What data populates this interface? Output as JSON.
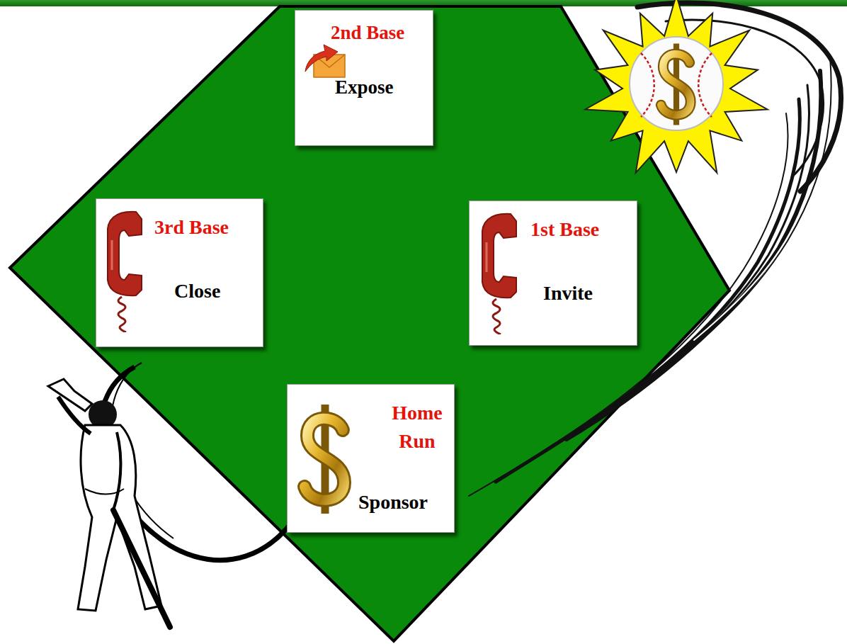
{
  "diagram": {
    "nodes": [
      {
        "text": [
          "2nd Base",
          "Expose"
        ]
      },
      {
        "text": [
          "3rd Base",
          "Close"
        ]
      },
      {
        "text": [
          "1st Base",
          "Invite"
        ]
      },
      {
        "text": [
          "Home Run",
          "Sponsor"
        ]
      }
    ]
  }
}
